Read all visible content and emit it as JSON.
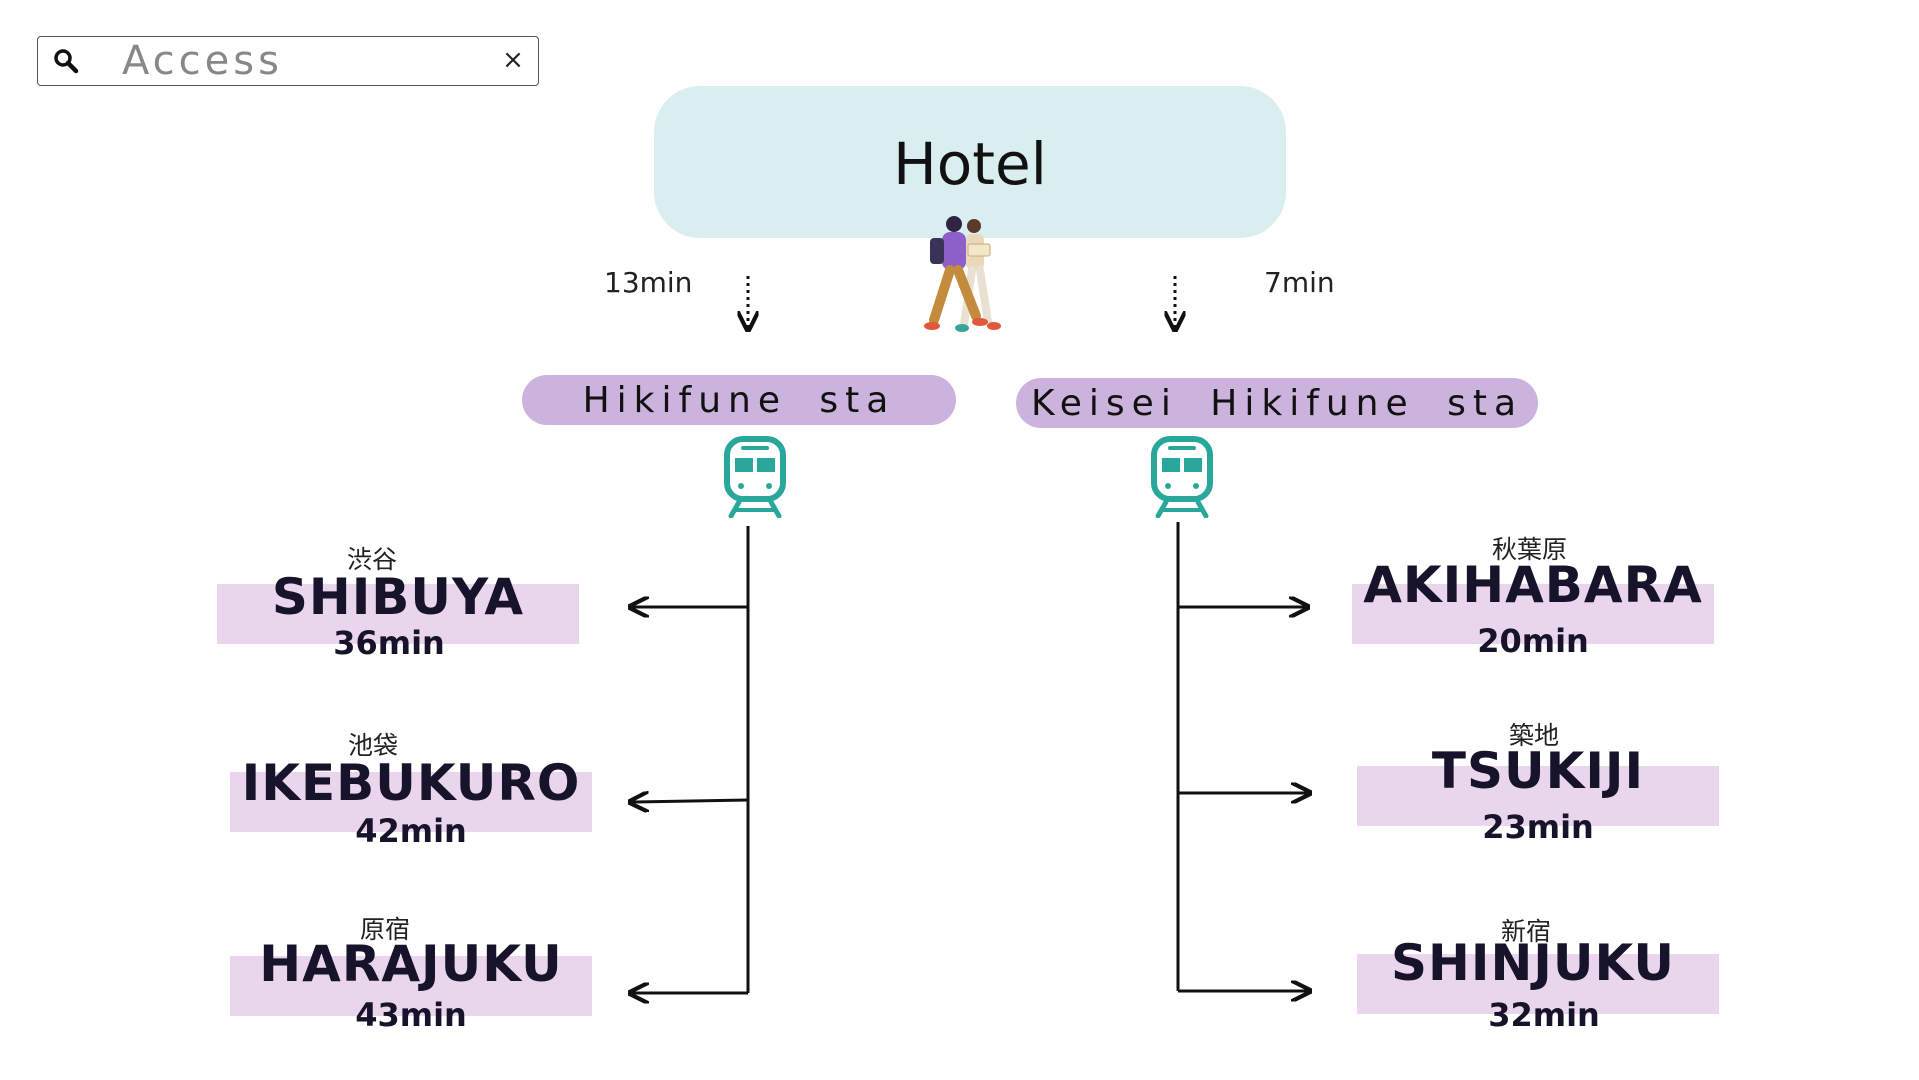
{
  "search": {
    "placeholder": "Access",
    "value": ""
  },
  "hotel": {
    "label": "Hotel"
  },
  "walk_times": {
    "left": "13min",
    "right": "7min"
  },
  "stations": {
    "left": "Hikifune sta",
    "right": "Keisei Hikifune sta"
  },
  "destinations": {
    "left": [
      {
        "kanji": "渋谷",
        "name": "SHIBUYA",
        "time": "36min"
      },
      {
        "kanji": "池袋",
        "name": "IKEBUKURO",
        "time": "42min"
      },
      {
        "kanji": "原宿",
        "name": "HARAJUKU",
        "time": "43min"
      }
    ],
    "right": [
      {
        "kanji": "秋葉原",
        "name": "AKIHABARA",
        "time": "20min"
      },
      {
        "kanji": "築地",
        "name": "TSUKIJI",
        "time": "23min"
      },
      {
        "kanji": "新宿",
        "name": "SHINJUKU",
        "time": "32min"
      }
    ]
  },
  "colors": {
    "hotel_bg": "#daeef0",
    "station_bg": "#cbb3dd",
    "destination_bg": "#ead6ec",
    "train_icon": "#2aa79b"
  },
  "icons": [
    "search-icon",
    "close-icon",
    "walking-travelers-icon",
    "train-icon"
  ]
}
